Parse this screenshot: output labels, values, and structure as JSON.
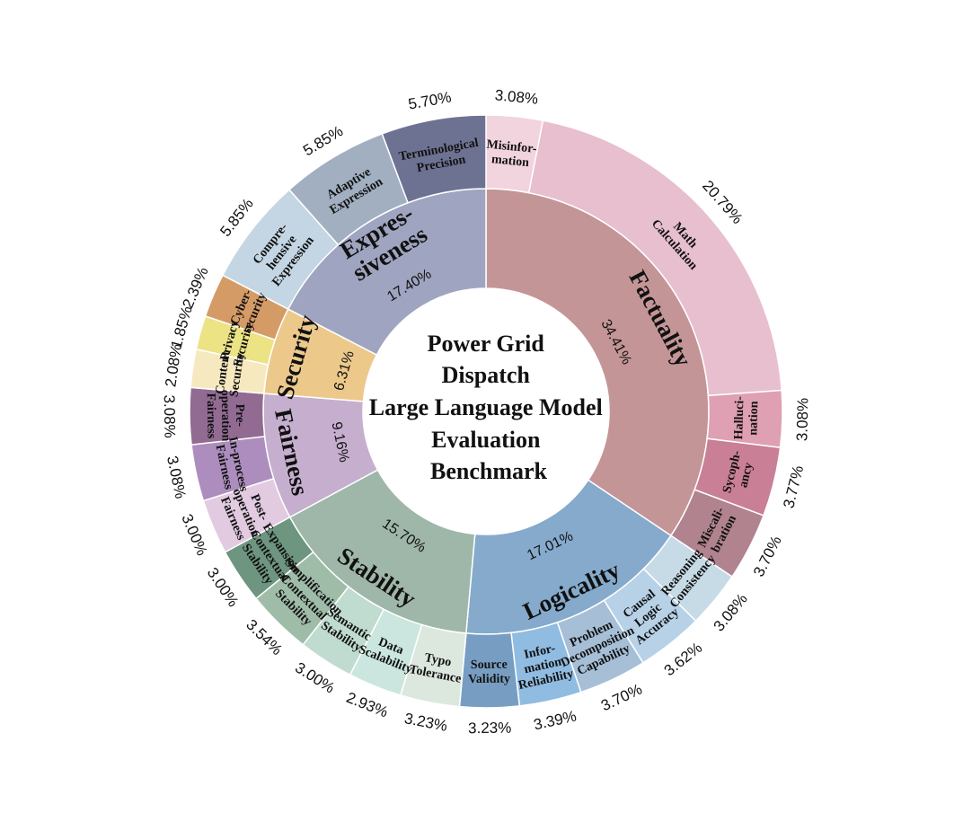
{
  "chart_data": {
    "type": "sunburst",
    "title_lines": [
      "Power Grid",
      "Dispatch",
      "Large Language Model",
      "Evaluation",
      "Benchmark"
    ],
    "categories": [
      {
        "name": "Factuality",
        "value": 34.41,
        "value_label": "34.41%",
        "color": "#c49597",
        "children": [
          {
            "name": "Misinfor-\nmation",
            "value": 3.08,
            "value_label": "3.08%",
            "color": "#f2d4de"
          },
          {
            "name": "Math\nCalculation",
            "value": 20.79,
            "value_label": "20.79%",
            "color": "#e7bfcf"
          },
          {
            "name": "Halluci-\nnation",
            "value": 3.08,
            "value_label": "3.08%",
            "color": "#dfa0b3"
          },
          {
            "name": "Sycoph-\nancy",
            "value": 3.77,
            "value_label": "3.77%",
            "color": "#c97f95"
          },
          {
            "name": "Miscali-\nbration",
            "value": 3.7,
            "value_label": "3.70%",
            "color": "#b0838f"
          }
        ]
      },
      {
        "name": "Logicality",
        "value": 17.01,
        "value_label": "17.01%",
        "color": "#85aacc",
        "children": [
          {
            "name": "Reasoning\nConsistency",
            "value": 3.08,
            "value_label": "3.08%",
            "color": "#c7dbe6"
          },
          {
            "name": "Causal\nLogic\nAccuracy",
            "value": 3.62,
            "value_label": "3.62%",
            "color": "#b7d1e7"
          },
          {
            "name": "Problem\nDecomposition\nCapability",
            "value": 3.7,
            "value_label": "3.70%",
            "color": "#a6bfd7"
          },
          {
            "name": "Infor-\nmation\nReliability",
            "value": 3.39,
            "value_label": "3.39%",
            "color": "#90bce2"
          },
          {
            "name": "Source\nValidity",
            "value": 3.23,
            "value_label": "3.23%",
            "color": "#779ec2"
          }
        ]
      },
      {
        "name": "Stability",
        "value": 15.7,
        "value_label": "15.70%",
        "color": "#9fb7a9",
        "children": [
          {
            "name": "Typo\nTolerance",
            "value": 3.23,
            "value_label": "3.23%",
            "color": "#dce7de"
          },
          {
            "name": "Data\nScalability",
            "value": 2.93,
            "value_label": "2.93%",
            "color": "#cbe6de"
          },
          {
            "name": "Semantic\nStability",
            "value": 3.0,
            "value_label": "3.00%",
            "color": "#c0dbcf"
          },
          {
            "name": "Simplification\nContextual\nStability",
            "value": 3.54,
            "value_label": "3.54%",
            "color": "#9fbca9"
          },
          {
            "name": "Expansion\nContextual\nStability",
            "value": 3.0,
            "value_label": "3.00%",
            "color": "#6e9580"
          }
        ]
      },
      {
        "name": "Fairness",
        "value": 9.16,
        "value_label": "9.16%",
        "color": "#c6aecf",
        "children": [
          {
            "name": "Post-\noperation\nFairness",
            "value": 3.0,
            "value_label": "3.00%",
            "color": "#e2cbe1"
          },
          {
            "name": "In-process\nFairness",
            "value": 3.08,
            "value_label": "3.08%",
            "color": "#ad8dbd"
          },
          {
            "name": "Pre-\noperation\nFairness",
            "value": 3.08,
            "value_label": "3.08%",
            "color": "#926b93"
          }
        ]
      },
      {
        "name": "Security",
        "value": 6.31,
        "value_label": "6.31%",
        "color": "#ecc98b",
        "children": [
          {
            "name": "Content\nSecurity",
            "value": 2.08,
            "value_label": "2.08%",
            "color": "#f6e9bf"
          },
          {
            "name": "Privacy\nSecurity",
            "value": 1.85,
            "value_label": "1.85%",
            "color": "#ece385"
          },
          {
            "name": "Cyber-\nsecurity",
            "value": 2.39,
            "value_label": "2.39%",
            "color": "#d59b67"
          }
        ]
      },
      {
        "name": "Expres-\nsiveness",
        "value": 17.4,
        "value_label": "17.40%",
        "color": "#9fa4c0",
        "children": [
          {
            "name": "Compre-\nhensive\nExpression",
            "value": 5.85,
            "value_label": "5.85%",
            "color": "#c4d6e3"
          },
          {
            "name": "Adaptive\nExpression",
            "value": 5.85,
            "value_label": "5.85%",
            "color": "#a1afc1"
          },
          {
            "name": "Terminological\nPrecision",
            "value": 5.7,
            "value_label": "5.70%",
            "color": "#6e7292"
          }
        ]
      }
    ]
  }
}
